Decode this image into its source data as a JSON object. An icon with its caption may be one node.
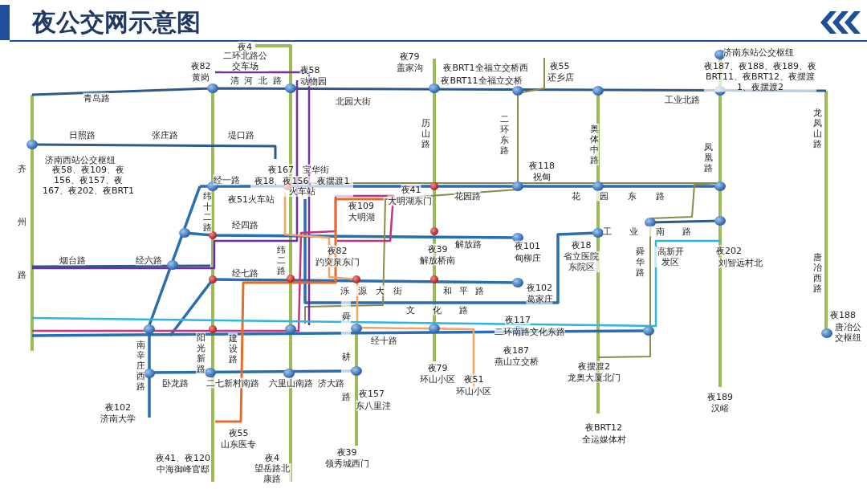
{
  "diagram": {
    "title": "夜公交网示意图",
    "labels": [
      "夜4",
      "二环北路公交车场",
      "夜82",
      "黄岗",
      "夜58",
      "动物园",
      "夜79",
      "盖家沟",
      "夜BRT1全福立交桥西",
      "夜BRT11全福立交桥",
      "夜55",
      "还乡店",
      "济南东站公交枢纽",
      "夜187、夜188、夜189、夜BRT11、夜BRT12、夜摆渡1、夜摆渡2",
      "清河北路",
      "青岛路",
      "北园大街",
      "工业北路",
      "日照路",
      "张庄路",
      "堤口路",
      "历山路",
      "二环东路",
      "奥体中路",
      "凤凰路",
      "龙凤山路",
      "济南西站公交枢纽",
      "夜58、夜109、夜156、夜157、夜167、夜202、夜BRT1",
      "夜167",
      "宝华街",
      "经一路",
      "夜18、夜156、夜摆渡1火车站",
      "夜118",
      "祝甸",
      "齐州路",
      "纬十二路",
      "夜51火车站",
      "夜41",
      "大明湖东门",
      "花园路",
      "花园东路",
      "夜109",
      "大明湖",
      "经四路",
      "工业南路",
      "解放路",
      "夜101",
      "甸柳庄",
      "夜18",
      "省立医院东院区",
      "舜华路",
      "高新开发区",
      "夜202",
      "刘智远村北",
      "唐冶西路",
      "夜82",
      "趵突泉东门",
      "夜39",
      "解放桥南",
      "纬二路",
      "烟台路",
      "经六路",
      "经七路",
      "泺源大街",
      "和平路",
      "夜102",
      "葛家庄",
      "文化路",
      "夜188",
      "唐冶公交枢纽",
      "舜耕路",
      "经十路",
      "夜117",
      "二环南路文化东路",
      "南辛庄西路",
      "阳光新路",
      "建设路",
      "夜187",
      "燕山立交桥",
      "夜摆渡2",
      "龙奥大厦北门",
      "卧龙路",
      "二七新村南路",
      "六里山南路",
      "济大路",
      "夜79",
      "环山小区",
      "夜51",
      "环山小区",
      "夜102",
      "济南大学",
      "夜157",
      "东八里洼",
      "夜189",
      "汉峪",
      "夜BRT12",
      "全运媒体村",
      "夜55",
      "山东医专",
      "夜41、夜120",
      "中海御峰官邸",
      "夜4",
      "望岳路北康路",
      "夜39",
      "领秀城西门"
    ]
  }
}
